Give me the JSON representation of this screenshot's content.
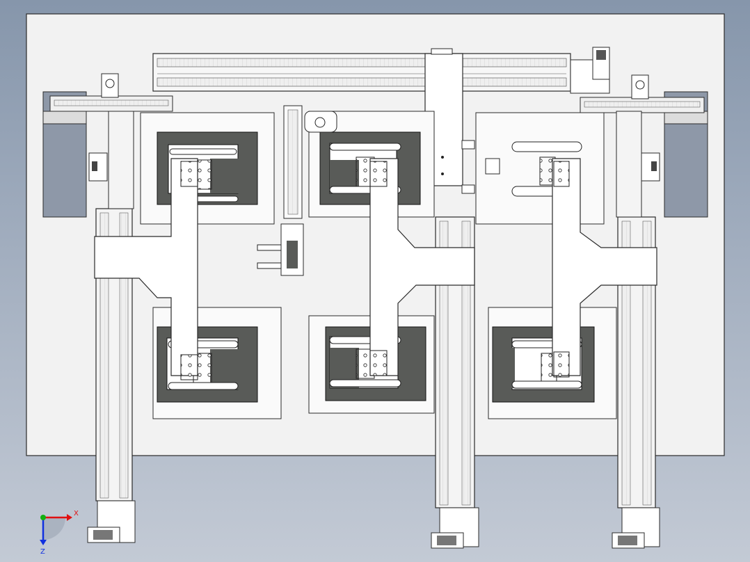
{
  "app": {
    "view": "cad-model-viewport",
    "colors": {
      "background_top": "#8696ab",
      "background_bottom": "#c3cad5",
      "base_plate": "#f2f2f2",
      "part_fill": "#ffffff",
      "part_edge": "#2a2a2a",
      "fixture_dark": "#595b58",
      "side_panel": "#8e98a8",
      "rail_light": "#e6e6e6"
    }
  },
  "triad": {
    "x_label": "X",
    "z_label": "Z",
    "x_color": "#e01010",
    "y_color": "#10b010",
    "z_color": "#1030e0",
    "icon": "coordinate-triad-icon"
  }
}
